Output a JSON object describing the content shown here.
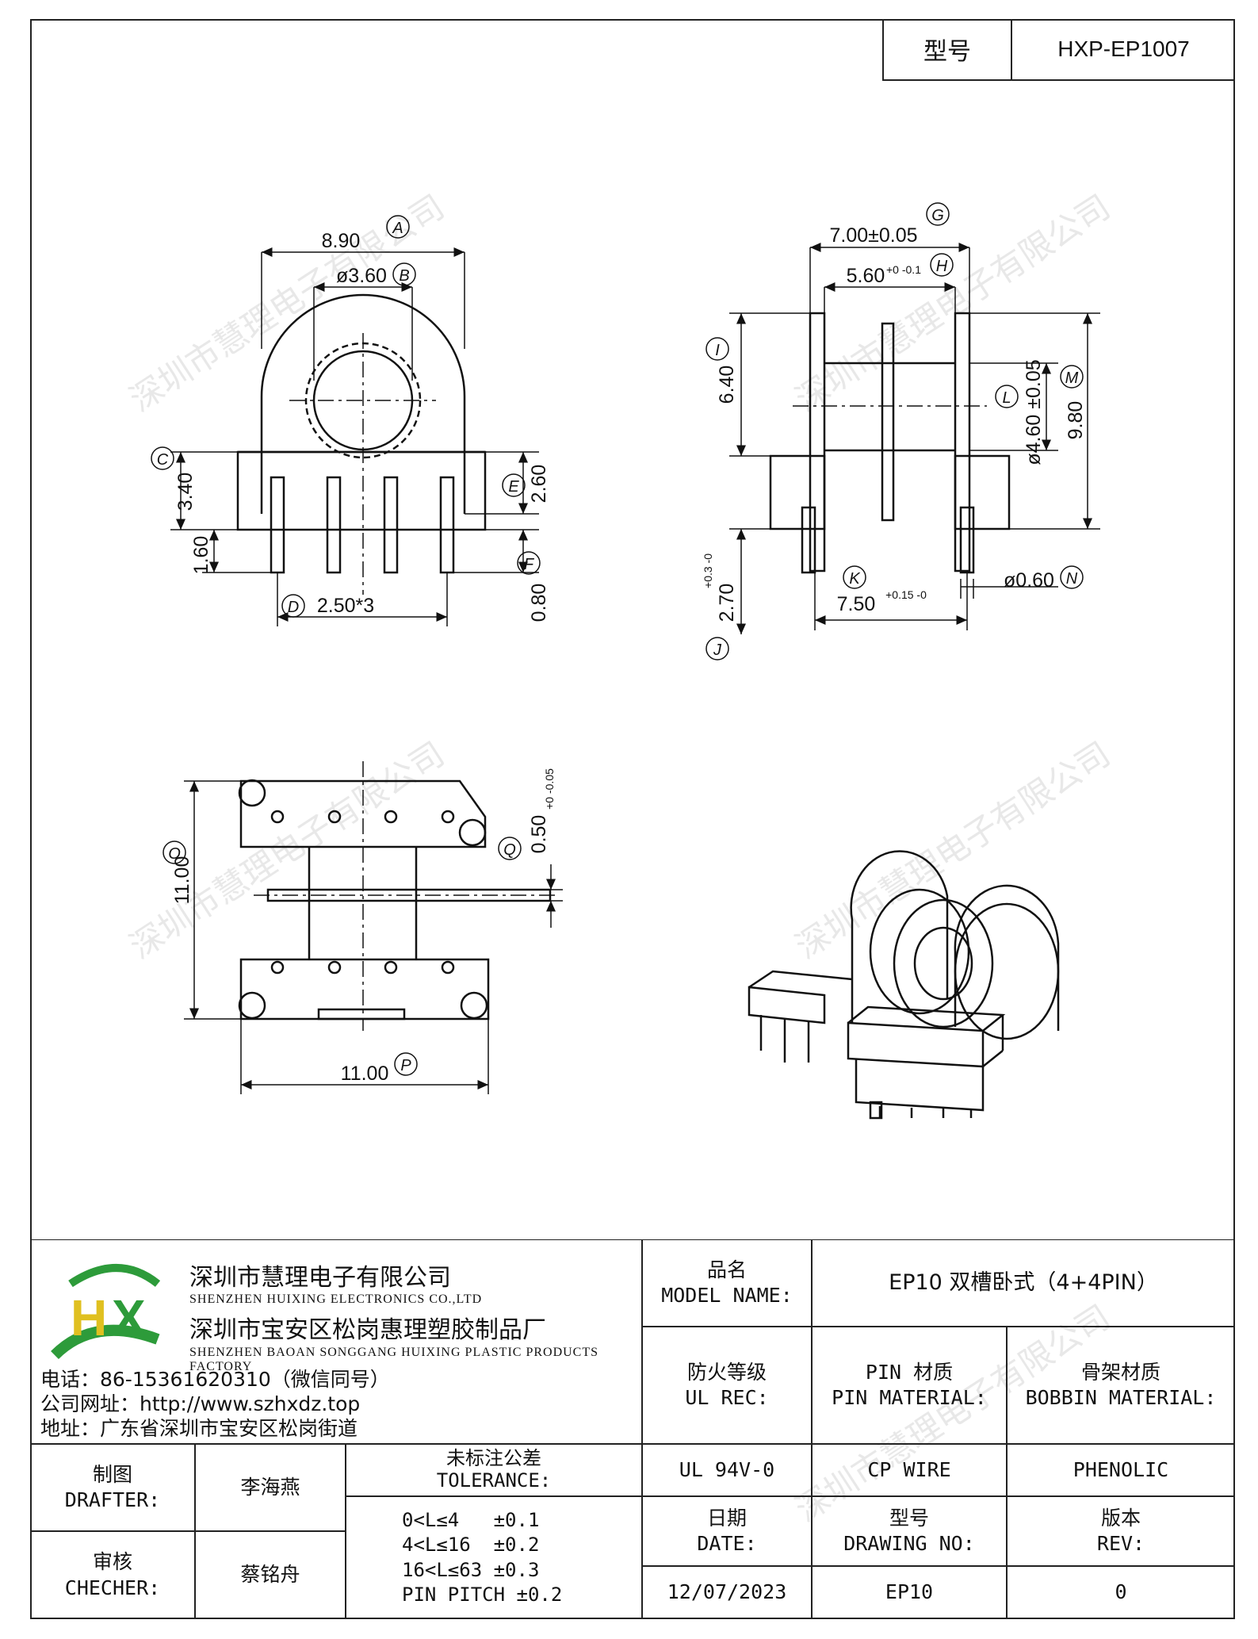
{
  "header": {
    "model_label": "型号",
    "model_value": "HXP-EP1007"
  },
  "dimensions": {
    "A": "8.90",
    "A_tag": "A",
    "B": "ø3.60",
    "B_tag": "B",
    "C": "3.40",
    "C_tag": "C",
    "D": "2.50*3",
    "D_tag": "D",
    "E": "2.60",
    "E_tag": "E",
    "F": "0.80",
    "F_tag": "F",
    "pin_len": "1.60",
    "G": "7.00±0.05",
    "G_tag": "G",
    "H": "5.60",
    "H_tol": "+0 -0.1",
    "H_tag": "H",
    "I": "6.40",
    "I_tag": "I",
    "J": "2.70",
    "J_tol": "+0.3 -0",
    "J_tag": "J",
    "K": "7.50",
    "K_tol": "+0.15 -0",
    "K_tag": "K",
    "L": "ø4.60 ±0.05",
    "L_tag": "L",
    "M": "9.80",
    "M_tag": "M",
    "N": "ø0.60",
    "N_tag": "N",
    "O": "11.00",
    "O_tag": "O",
    "P": "11.00",
    "P_tag": "P",
    "Q": "0.50",
    "Q_tol": "+0 -0.05",
    "Q_tag": "Q"
  },
  "watermark": "深圳市慧理电子有限公司",
  "company": {
    "name_cn": "深圳市慧理电子有限公司",
    "name_en": "SHENZHEN HUIXING ELECTRONICS CO.,LTD",
    "factory_cn": "深圳市宝安区松岗惠理塑胶制品厂",
    "factory_en": "SHENZHEN BAOAN SONGGANG HUIXING PLASTIC PRODUCTS FACTORY",
    "phone": "电话：86-15361620310（微信同号）",
    "website": "公司网址：http://www.szhxdz.top",
    "address": "地址：广东省深圳市宝安区松岗街道",
    "logo_text": "HX"
  },
  "title_block": {
    "model_name_label_cn": "品名",
    "model_name_label_en": "MODEL NAME:",
    "model_name_value": "EP10 双槽卧式（4+4PIN）",
    "ul_label_cn": "防火等级",
    "ul_label_en": "UL REC:",
    "pin_label_cn": "PIN 材质",
    "pin_label_en": "PIN MATERIAL:",
    "bobbin_label_cn": "骨架材质",
    "bobbin_label_en": "BOBBIN MATERIAL:",
    "ul_value": "UL 94V-0",
    "pin_value": "CP WIRE",
    "bobbin_value": "PHENOLIC",
    "drafter_label_cn": "制图",
    "drafter_label_en": "DRAFTER:",
    "drafter_value": "李海燕",
    "checker_label_cn": "审核",
    "checker_label_en": "CHECHER:",
    "checker_value": "蔡铭舟",
    "tolerance_label_cn": "未标注公差",
    "tolerance_label_en": "TOLERANCE:",
    "tolerance_lines": [
      "0<L≤4   ±0.1",
      "4<L≤16  ±0.2",
      "16<L≤63 ±0.3",
      "PIN PITCH ±0.2"
    ],
    "date_label_cn": "日期",
    "date_label_en": "DATE:",
    "date_value": "12/07/2023",
    "drawing_no_label_cn": "型号",
    "drawing_no_label_en": "DRAWING NO:",
    "drawing_no_value": "EP10",
    "rev_label_cn": "版本",
    "rev_label_en": "REV:",
    "rev_value": "0"
  }
}
